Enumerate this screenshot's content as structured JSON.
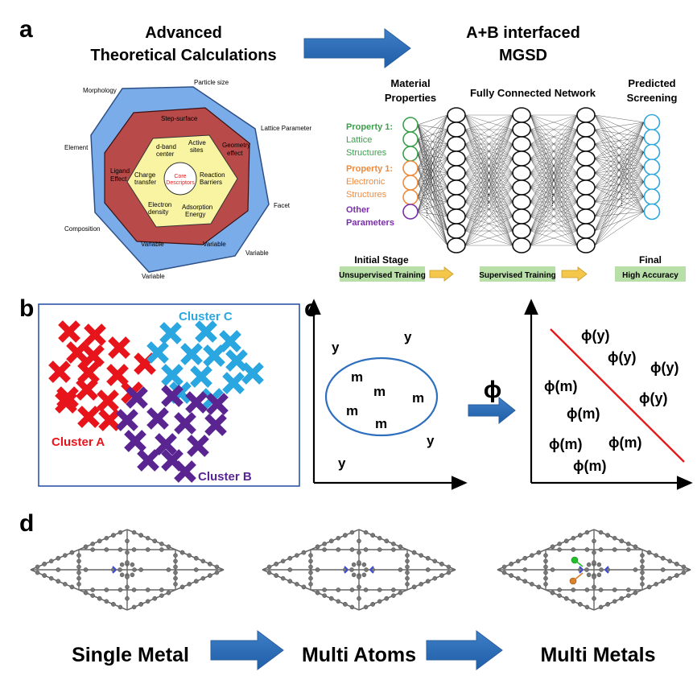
{
  "panel_a": {
    "letter": "a",
    "left_title_line1": "Advanced",
    "left_title_line2": "Theoretical Calculations",
    "right_title_line1": "A+B interfaced",
    "right_title_line2": "MGSD",
    "outer_labels": [
      "Morphology",
      "Particle size",
      "Lattice Parameter",
      "Element",
      "Facet",
      "Composition",
      "Variable",
      "Variable"
    ],
    "middle_labels": [
      "Step-surface",
      "Geometry effect",
      "Ligand Effect",
      "Variable",
      "Variable"
    ],
    "inner_labels": [
      "d-band center",
      "Active sites",
      "Charge transfer",
      "Reaction Barriers",
      "Electron density",
      "Adsorption Energy"
    ],
    "core_label": "Core Descriptors",
    "network": {
      "header_material_line1": "Material",
      "header_material_line2": "Properties",
      "header_network": "Fully Connected Network",
      "header_predicted_line1": "Predicted",
      "header_predicted_line2": "Screening",
      "property1_label": "Property 1:",
      "property1_desc_line1": "Lattice",
      "property1_desc_line2": "Structures",
      "property2_label": "Property 1:",
      "property2_desc_line1": "Electronic",
      "property2_desc_line2": "Structures",
      "other_line1": "Other",
      "other_line2": "Parameters",
      "dots": "......",
      "colors": {
        "green": "#3aa04a",
        "orange": "#ee8a3c",
        "purple": "#7a2ea8",
        "blue": "#2ea7dc"
      }
    },
    "stages": {
      "initial_label": "Initial Stage",
      "final_label": "Final",
      "boxes": [
        "Unsupervised Training",
        "Supervised Training",
        "High Accuracy"
      ]
    }
  },
  "panel_b": {
    "letter": "b",
    "cluster_a": "Cluster A",
    "cluster_b": "Cluster B",
    "cluster_c": "Cluster C",
    "colors": {
      "a": "#e8141b",
      "b": "#5a2590",
      "c": "#2aa6e0"
    }
  },
  "panel_c": {
    "letter": "c",
    "phi_symbol": "ϕ",
    "left_points": [
      "y",
      "y",
      "m",
      "m",
      "m",
      "m",
      "m",
      "y",
      "y"
    ],
    "right_points": [
      "ϕ(y)",
      "ϕ(y)",
      "ϕ(y)",
      "ϕ(m)",
      "ϕ(y)",
      "ϕ(m)",
      "ϕ(m)",
      "ϕ(m)",
      "ϕ(m)"
    ]
  },
  "panel_d": {
    "letter": "d",
    "labels": [
      "Single Metal",
      "Multi Atoms",
      "Multi Metals"
    ]
  }
}
